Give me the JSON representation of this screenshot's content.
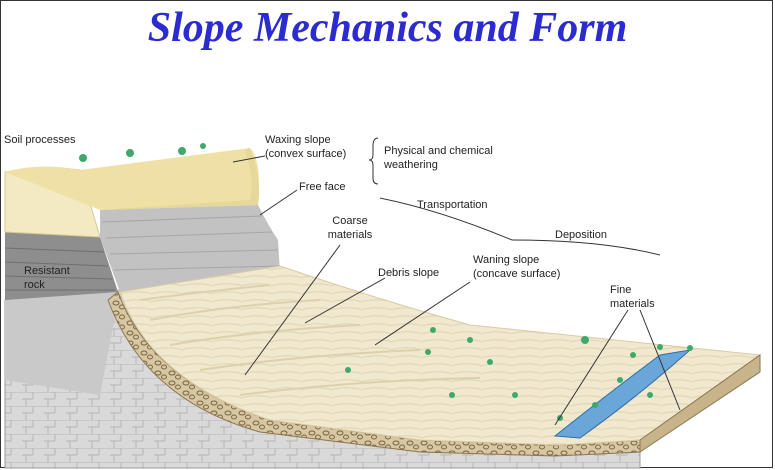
{
  "title": "Slope Mechanics and Form",
  "labels": {
    "soil_processes": "Soil processes",
    "waxing_slope_1": "Waxing slope",
    "waxing_slope_2": "(convex surface)",
    "weathering_1": "Physical and chemical",
    "weathering_2": "weathering",
    "free_face": "Free face",
    "transportation": "Transportation",
    "coarse_1": "Coarse",
    "coarse_2": "materials",
    "deposition": "Deposition",
    "resistant_1": "Resistant",
    "resistant_2": "rock",
    "debris_slope": "Debris slope",
    "waning_slope_1": "Waning slope",
    "waning_slope_2": "(concave surface)",
    "fine_1": "Fine",
    "fine_2": "materials"
  },
  "colors": {
    "title": "#2b2bd0",
    "soil_top": "#efe1a6",
    "soil_side": "#f3e9c2",
    "resistant_rock": "#8e8e8e",
    "rock_face": "#c9c9c9",
    "debris": "#efe6cc",
    "gravel": "#b89a6e",
    "bedrock": "#d6d6d6",
    "water": "#6aa6d8",
    "vegetation": "#3fa86b"
  },
  "icons": [
    "vegetation-icon",
    "gravel-pattern",
    "water-channel"
  ]
}
